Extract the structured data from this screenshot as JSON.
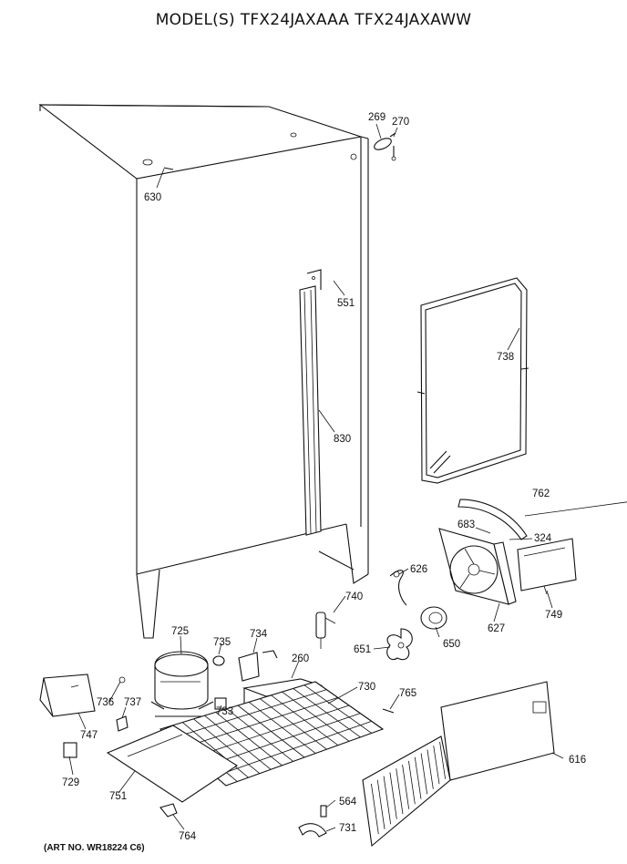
{
  "header": {
    "prefix": "MODEL(S)",
    "models": [
      "TFX24JAXAAA",
      "TFX24JAXAWW"
    ]
  },
  "footer": {
    "art_no": "(ART NO. WR18224 C6)"
  },
  "callouts": [
    {
      "id": "269",
      "text": "269"
    },
    {
      "id": "270",
      "text": "270"
    },
    {
      "id": "630",
      "text": "630"
    },
    {
      "id": "551",
      "text": "551"
    },
    {
      "id": "738",
      "text": "738"
    },
    {
      "id": "830",
      "text": "830"
    },
    {
      "id": "762",
      "text": "762"
    },
    {
      "id": "683",
      "text": "683"
    },
    {
      "id": "324",
      "text": "324"
    },
    {
      "id": "626",
      "text": "626"
    },
    {
      "id": "749",
      "text": "749"
    },
    {
      "id": "627",
      "text": "627"
    },
    {
      "id": "740",
      "text": "740"
    },
    {
      "id": "725",
      "text": "725"
    },
    {
      "id": "735",
      "text": "735"
    },
    {
      "id": "734",
      "text": "734"
    },
    {
      "id": "260",
      "text": "260"
    },
    {
      "id": "651",
      "text": "651"
    },
    {
      "id": "650",
      "text": "650"
    },
    {
      "id": "730",
      "text": "730"
    },
    {
      "id": "765",
      "text": "765"
    },
    {
      "id": "736",
      "text": "736"
    },
    {
      "id": "737",
      "text": "737"
    },
    {
      "id": "733",
      "text": "733"
    },
    {
      "id": "747",
      "text": "747"
    },
    {
      "id": "616",
      "text": "616"
    },
    {
      "id": "729",
      "text": "729"
    },
    {
      "id": "751",
      "text": "751"
    },
    {
      "id": "564",
      "text": "564"
    },
    {
      "id": "731",
      "text": "731"
    },
    {
      "id": "764",
      "text": "764"
    }
  ]
}
